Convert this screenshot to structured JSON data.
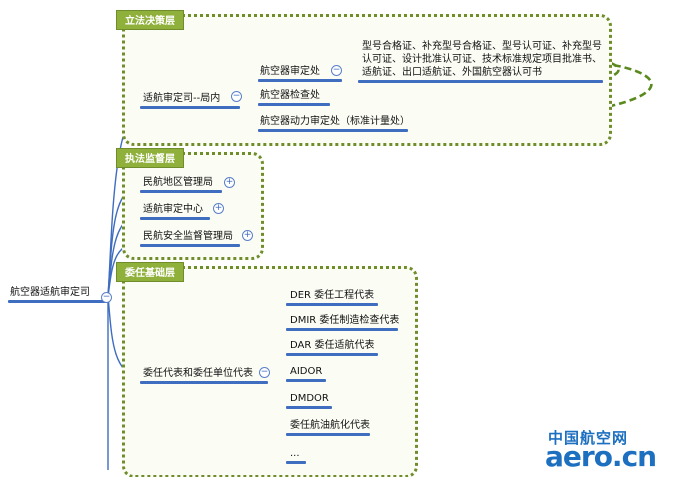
{
  "root": {
    "label": "航空器适航审定司"
  },
  "sections": {
    "legislative": {
      "tag": "立法决策层"
    },
    "supervision": {
      "tag": "执法监督层"
    },
    "delegation": {
      "tag": "委任基础层"
    }
  },
  "legislative": {
    "node": "适航审定司--局内",
    "children": [
      "航空器审定处",
      "航空器检查处",
      "航空器动力审定处（标准计量处）"
    ],
    "note": "型号合格证、补充型号合格证、型号认可证、补充型号认可证、设计批准认可证、技术标准规定项目批准书、适航证、出口适航证、外国航空器认可书"
  },
  "supervision": {
    "items": [
      "民航地区管理局",
      "适航审定中心",
      "民航安全监督管理局"
    ]
  },
  "delegation": {
    "node": "委任代表和委任单位代表",
    "children": [
      "DER 委任工程代表",
      "DMIR 委任制造检查代表",
      "DAR 委任适航代表",
      "AIDOR",
      "DMDOR",
      "委任航油航化代表",
      "..."
    ]
  },
  "symbols": {
    "collapse": "−",
    "expand": "+"
  },
  "watermark": {
    "cn": "中国航空网",
    "en": "aero.cn"
  },
  "colors": {
    "frame": "#6f8d2a",
    "tag": "#8fb03a",
    "branch": "#3f6dbf",
    "arrow": "#5a8a1e"
  }
}
